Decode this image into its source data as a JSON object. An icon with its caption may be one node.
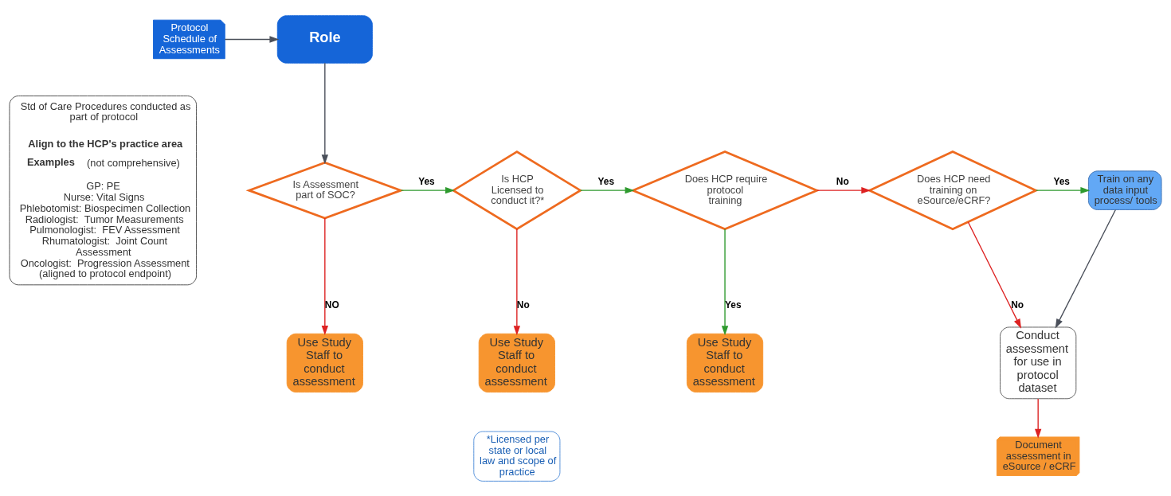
{
  "diagram": {
    "nodes": [
      {
        "text": [
          "Protocol Schedule of Assessments"
        ]
      },
      {
        "text": [
          "Role"
        ]
      },
      {
        "text": [
          "Std of Care Procedures conducted as part of protocol",
          "**Align to the HCP's practice area Examples** (not comprehensive)",
          "GP: PE",
          "Nurse: Vital Signs",
          "Phlebotomist: Biospecimen Collection",
          "Radiologist:  Tumor Measurements",
          "Pulmonologist:  FEV Assessment",
          "Rhumatologist:  Joint Count Assessment",
          "Oncologist:  Progression Assessment",
          "(aligned to protocol endpoint)"
        ]
      },
      {
        "text": [
          "Is Assessment part of SOC?"
        ]
      },
      {
        "text": [
          "Is HCP Licensed to conduct it?*"
        ]
      },
      {
        "text": [
          "Does HCP require protocol training"
        ]
      },
      {
        "text": [
          "Does HCP need training on eSource/eCRF?"
        ]
      },
      {
        "text": [
          "Train on any data input process/ tools"
        ]
      },
      {
        "text": [
          "Use Study Staff to conduct assessment"
        ]
      },
      {
        "text": [
          "Use Study Staff to conduct assessment"
        ]
      },
      {
        "text": [
          "Conduct assessment for use in protocol dataset"
        ]
      },
      {
        "text": [
          "*Licensed per state or local law and scope of practice"
        ]
      },
      {
        "text": [
          "Use Study Staff to conduct assessment"
        ]
      },
      {
        "text": [
          "Document assessment in eSource / eCRF"
        ]
      }
    ],
    "edges": [
      {
        "from": 0,
        "to": 1,
        "arrow": "to",
        "color": "#4a4f5a"
      },
      {
        "from": 1,
        "to": 3,
        "arrow": "to",
        "color": "#4a4f5a"
      },
      {
        "from": 3,
        "to": 4,
        "arrow": "to",
        "label": "Yes",
        "color": "#2e9a2e"
      },
      {
        "from": 4,
        "to": 5,
        "arrow": "to",
        "label": "Yes",
        "color": "#2e9a2e"
      },
      {
        "from": 5,
        "to": 6,
        "arrow": "to",
        "label": "No"
      },
      {
        "from": 6,
        "to": 7,
        "arrow": "to",
        "label": "Yes",
        "color": "#2e9a2e"
      },
      {
        "from": 4,
        "to": 8,
        "arrow": "to",
        "label": "No"
      },
      {
        "from": 5,
        "to": 9,
        "arrow": "to",
        "label": "Yes",
        "color": "#2e9a2e"
      },
      {
        "from": 6,
        "to": 10,
        "arrow": "to",
        "label": "No"
      },
      {
        "from": 7,
        "to": 10,
        "arrow": "to",
        "color": "#4a4f5a"
      },
      {
        "from": 3,
        "to": 12,
        "arrow": "to",
        "label": "NO"
      },
      {
        "from": 10,
        "to": 13,
        "arrow": "to"
      }
    ]
  }
}
